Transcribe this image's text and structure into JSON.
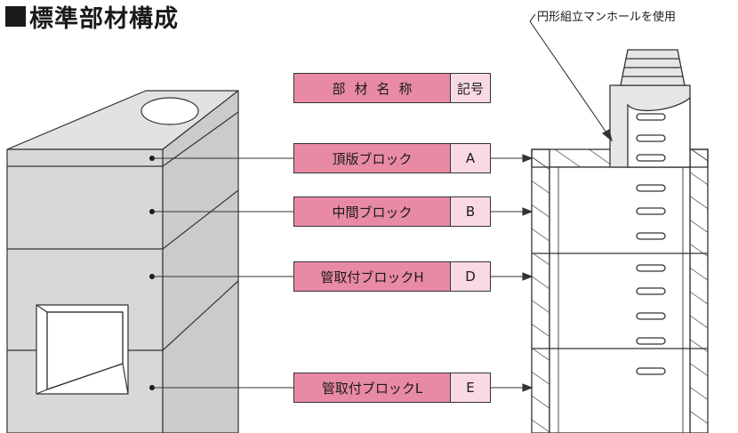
{
  "title": "標準部材構成",
  "note": "円形組立マンホールを使用",
  "header": {
    "name": "部材名称",
    "code": "記号"
  },
  "members": [
    {
      "name": "頂版ブロック",
      "code": "A"
    },
    {
      "name": "中間ブロック",
      "code": "B"
    },
    {
      "name": "管取付ブロックH",
      "code": "D"
    },
    {
      "name": "管取付ブロックL",
      "code": "E"
    }
  ],
  "colors": {
    "name_cell": "#e98aa5",
    "code_cell": "#f9dae3",
    "block": "#dcdcdc"
  }
}
